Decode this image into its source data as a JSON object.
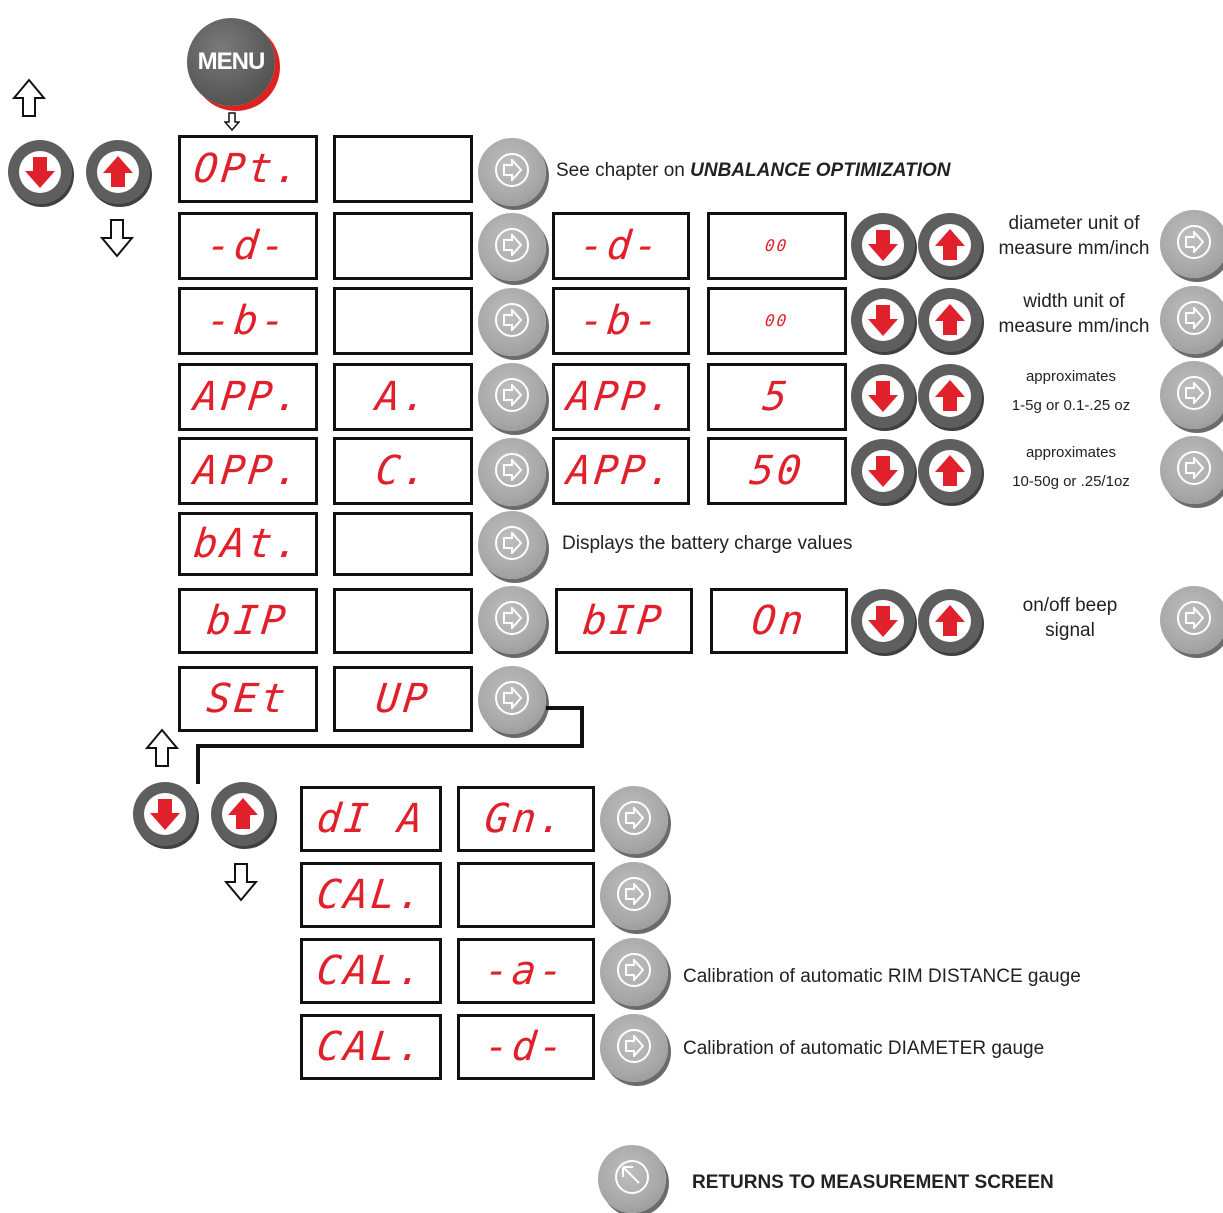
{
  "menu_button": "MENU",
  "rows": [
    {
      "left": "OPt.",
      "right": ""
    },
    {
      "left": "-d-",
      "right": ""
    },
    {
      "left": "-b-",
      "right": ""
    },
    {
      "left": "APP.",
      "right": "A."
    },
    {
      "left": "APP.",
      "right": "C."
    },
    {
      "left": "bAt.",
      "right": ""
    },
    {
      "left": "bIP",
      "right": ""
    },
    {
      "left": "SEt",
      "right": "UP"
    }
  ],
  "sub_rows": [
    {
      "left": "-d-",
      "right": "00"
    },
    {
      "left": "-b-",
      "right": "00"
    },
    {
      "left": "APP.",
      "right": "5"
    },
    {
      "left": "APP.",
      "right": "50"
    },
    {
      "left": "bIP",
      "right": "On"
    }
  ],
  "setup_rows": [
    {
      "left": "dI A",
      "right": "Gn."
    },
    {
      "left": "CAL.",
      "right": ""
    },
    {
      "left": "CAL.",
      "right": "-a-"
    },
    {
      "left": "CAL.",
      "right": "-d-"
    }
  ],
  "notes": {
    "opt_prefix": "See chapter on ",
    "opt_bold": "UNBALANCE OPTIMIZATION",
    "diameter": "diameter unit of measure mm/inch",
    "width": "width unit of measure mm/inch",
    "approx_a_title": "approximates",
    "approx_a_range": "1-5g or 0.1-.25 oz",
    "approx_c_title": "approximates",
    "approx_c_range": "10-50g or .25/1oz",
    "battery": "Displays the battery charge values",
    "beep": "on/off beep signal",
    "cal_rim": "Calibration of automatic RIM DISTANCE gauge",
    "cal_dia": "Calibration of automatic DIAMETER gauge",
    "returns": "RETURNS TO MEASUREMENT SCREEN"
  },
  "colors": {
    "segment_red": "#e0202a",
    "button_gray": "#a7a7a7",
    "arrow_button_dark": "#5e5e5e"
  }
}
